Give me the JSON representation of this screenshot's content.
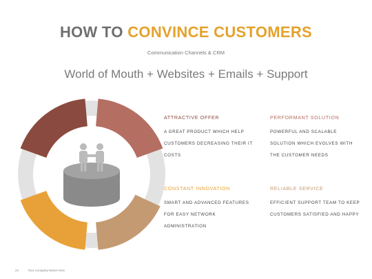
{
  "title": {
    "part1": "HOW TO",
    "part2": "CONVINCE CUSTOMERS"
  },
  "subtitle": "Communication Channels & CRM",
  "headline": "World of Mouth + Websites + Emails + Support",
  "diagram": {
    "segments": [
      {
        "label": "ATTRACTIVE OFFER",
        "color": "#8b4a3f"
      },
      {
        "label": "PERFORMANT SOLUTION",
        "color": "#b56e62"
      },
      {
        "label": "RELIABLE SERVICE",
        "color": "#c49a72"
      },
      {
        "label": "CONSTANT INNOVATION",
        "color": "#e8a138"
      }
    ],
    "ring_color": "#e2e2e2",
    "cylinder_color": "#8a8a8a"
  },
  "blocks": [
    {
      "title": "ATTRACTIVE OFFER",
      "color": "#8b4a3f",
      "lines": [
        "A GREAT PRODUCT WHICH HELP",
        "CUSTOMERS DECREASING THEIR IT",
        "COSTS"
      ]
    },
    {
      "title": "PERFORMANT SOLUTION",
      "color": "#b56e62",
      "lines": [
        "POWERFUL AND SCALABLE",
        "SOLUTION WHICH EVOLVES WITH",
        "THE CUSTOMER NEEDS"
      ]
    },
    {
      "title": "CONSTANT INNOVATION",
      "color": "#e8a138",
      "lines": [
        "SMART AND ADVANCED FEATURES",
        "FOR EASY NETWORK",
        "ADMINISTRATION"
      ]
    },
    {
      "title": "RELIABLE SERVICE",
      "color": "#c49a72",
      "lines": [
        "EFFICIENT SUPPORT TEAM TO KEEP",
        "CUSTOMERS SATISFIED AND HAPPY"
      ]
    }
  ],
  "footer": {
    "page": "24",
    "company": "Your Company Name Here"
  }
}
